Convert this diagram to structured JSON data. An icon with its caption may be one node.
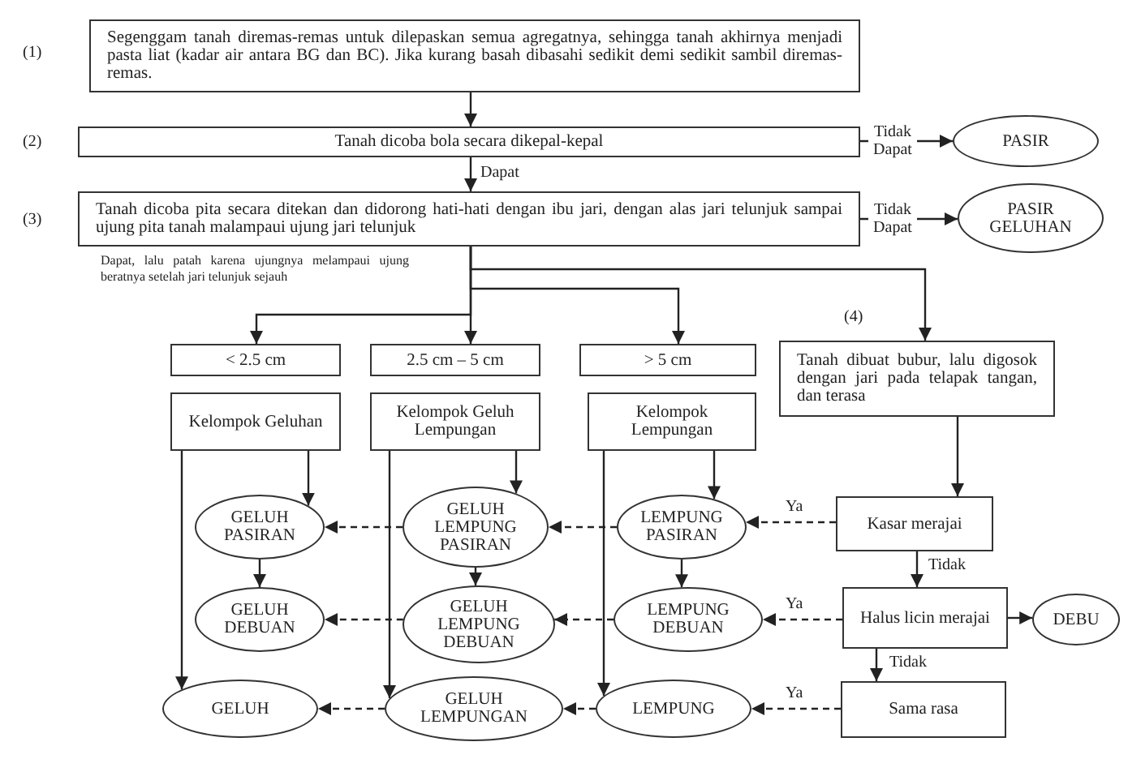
{
  "diagram": {
    "nodes": [
      {
        "text": [
          "Segenggam tanah diremas-remas untuk dilepaskan semua agregatnya, sehingga tanah akhirnya menjadi pasta liat (kadar air antara BG dan BC). Jika kurang basah dibasahi sedikit demi sedikit sambil diremas-remas."
        ]
      },
      {
        "text": [
          "Tanah dicoba bola secara dikepal-kepal"
        ]
      },
      {
        "text": [
          "PASIR"
        ]
      },
      {
        "text": [
          "Tanah dicoba pita secara ditekan dan didorong hati-hati dengan ibu jari, dengan alas jari telunjuk sampai ujung pita tanah malampaui ujung jari telunjuk"
        ]
      },
      {
        "text": [
          "PASIR GELUHAN"
        ]
      },
      {
        "text": [
          "< 2.5 cm"
        ]
      },
      {
        "text": [
          "2.5 cm – 5 cm"
        ]
      },
      {
        "text": [
          "> 5 cm"
        ]
      },
      {
        "text": [
          "Tanah dibuat bubur, lalu digosok dengan jari pada telapak tangan, dan terasa"
        ]
      },
      {
        "text": [
          "Kelompok Geluhan"
        ]
      },
      {
        "text": [
          "Kelompok Geluh Lempungan"
        ]
      },
      {
        "text": [
          "Kelompok Lempungan"
        ]
      },
      {
        "text": [
          "GELUH PASIRAN"
        ]
      },
      {
        "text": [
          "GELUH LEMPUNG PASIRAN"
        ]
      },
      {
        "text": [
          "LEMPUNG PASIRAN"
        ]
      },
      {
        "text": [
          "Kasar merajai"
        ]
      },
      {
        "text": [
          "GELUH DEBUAN"
        ]
      },
      {
        "text": [
          "GELUH LEMPUNG DEBUAN"
        ]
      },
      {
        "text": [
          "LEMPUNG DEBUAN"
        ]
      },
      {
        "text": [
          "Halus licin merajai"
        ]
      },
      {
        "text": [
          "DEBU"
        ]
      },
      {
        "text": [
          "GELUH"
        ]
      },
      {
        "text": [
          "GELUH LEMPUNGAN"
        ]
      },
      {
        "text": [
          "LEMPUNG"
        ]
      },
      {
        "text": [
          "Sama rasa"
        ]
      }
    ],
    "edges": [
      {
        "from": 0,
        "to": 1,
        "arrow": "to"
      },
      {
        "from": 1,
        "to": 2,
        "arrow": "to",
        "label": "Tidak Dapat"
      },
      {
        "from": 1,
        "to": 3,
        "arrow": "to",
        "label": "Dapat"
      },
      {
        "from": 3,
        "to": 4,
        "arrow": "to",
        "label": "Tidak Dapat"
      },
      {
        "from": 3,
        "to": 5,
        "arrow": "to",
        "label": "Dapat, lalu patah karena ujungnya melampaui ujung beratnya setelah jari telunjuk sejauh"
      },
      {
        "from": 3,
        "to": 6,
        "arrow": "to"
      },
      {
        "from": 3,
        "to": 7,
        "arrow": "to"
      },
      {
        "from": 3,
        "to": 8,
        "arrow": "to"
      },
      {
        "from": 9,
        "to": 12,
        "arrow": "to"
      },
      {
        "from": 9,
        "to": 21,
        "arrow": "to"
      },
      {
        "from": 12,
        "to": 16,
        "arrow": "to"
      },
      {
        "from": 10,
        "to": 13,
        "arrow": "to"
      },
      {
        "from": 10,
        "to": 22,
        "arrow": "to"
      },
      {
        "from": 13,
        "to": 17,
        "arrow": "to"
      },
      {
        "from": 11,
        "to": 14,
        "arrow": "to"
      },
      {
        "from": 11,
        "to": 23,
        "arrow": "to"
      },
      {
        "from": 14,
        "to": 18,
        "arrow": "to"
      },
      {
        "from": 8,
        "to": 15,
        "arrow": "to"
      },
      {
        "from": 15,
        "to": 19,
        "arrow": "to",
        "label": "Tidak"
      },
      {
        "from": 19,
        "to": 24,
        "arrow": "to",
        "label": "Tidak"
      },
      {
        "from": 19,
        "to": 20,
        "arrow": "to"
      },
      {
        "from": 15,
        "to": 14,
        "arrow": "to",
        "label": "Ya",
        "style": "dashed"
      },
      {
        "from": 14,
        "to": 13,
        "arrow": "to",
        "style": "dashed"
      },
      {
        "from": 13,
        "to": 12,
        "arrow": "to",
        "style": "dashed"
      },
      {
        "from": 19,
        "to": 18,
        "arrow": "to",
        "label": "Ya",
        "style": "dashed"
      },
      {
        "from": 18,
        "to": 17,
        "arrow": "to",
        "style": "dashed"
      },
      {
        "from": 17,
        "to": 16,
        "arrow": "to",
        "style": "dashed"
      },
      {
        "from": 24,
        "to": 23,
        "arrow": "to",
        "label": "Ya",
        "style": "dashed"
      },
      {
        "from": 23,
        "to": 22,
        "arrow": "to",
        "style": "dashed"
      },
      {
        "from": 22,
        "to": 21,
        "arrow": "to",
        "style": "dashed"
      }
    ],
    "labels": [
      "(1)",
      "(2)",
      "(3)",
      "(4)"
    ]
  }
}
